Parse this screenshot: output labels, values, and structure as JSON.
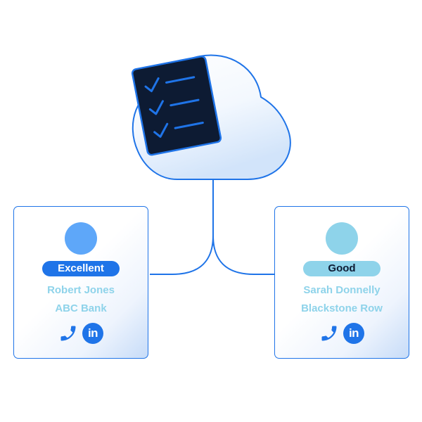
{
  "colors": {
    "primary": "#1f74e8",
    "clipboard_bg": "#0d1b33",
    "avatar_excellent": "#5ea7f9",
    "avatar_good": "#8ed3ea",
    "badge_good_bg": "#8ed3ea",
    "badge_good_text": "#0d1b33",
    "contact_text": "#8ed3ea"
  },
  "checklist": {
    "icon": "clipboard-checklist-icon",
    "items": 3
  },
  "contacts": [
    {
      "rating": "Excellent",
      "name": "Robert Jones",
      "company": "ABC Bank",
      "icons": [
        "phone-icon",
        "linkedin-icon"
      ]
    },
    {
      "rating": "Good",
      "name": "Sarah Donnelly",
      "company": "Blackstone Row",
      "icons": [
        "phone-icon",
        "linkedin-icon"
      ]
    }
  ],
  "icon_text": {
    "linkedin": "in"
  }
}
